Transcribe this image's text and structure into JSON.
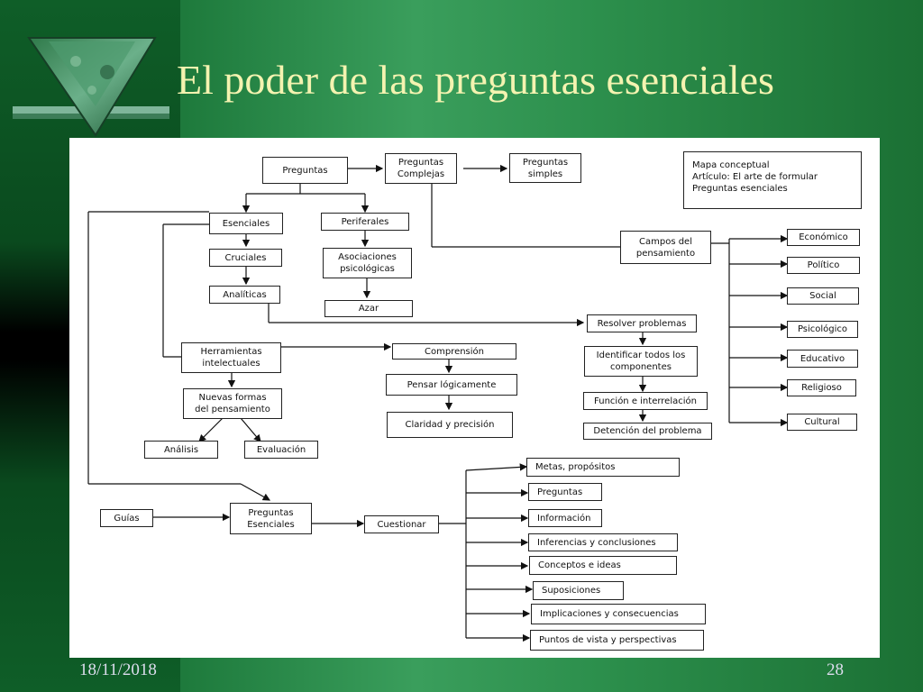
{
  "slide": {
    "title": "El poder de las preguntas esenciales",
    "date": "18/11/2018",
    "page_number": "28"
  },
  "diagram": {
    "nodes": {
      "preguntas": "Preguntas",
      "preguntas_complejas": "Preguntas\nComplejas",
      "preguntas_simples": "Preguntas\nsimples",
      "mapa": [
        "Mapa conceptual",
        "Artículo: El arte de formular",
        "Preguntas esenciales"
      ],
      "esenciales": "Esenciales",
      "periferales": "Periferales",
      "cruciales": "Cruciales",
      "asociaciones": "Asociaciones\npsicológicas",
      "analiticas": "Analíticas",
      "azar": "Azar",
      "campos": "Campos del\npensamiento",
      "economico": "Económico",
      "politico": "Político",
      "social": "Social",
      "psicologico": "Psicológico",
      "educativo": "Educativo",
      "religioso": "Religioso",
      "cultural": "Cultural",
      "resolver": "Resolver problemas",
      "identificar": "Identificar todos los\ncomponentes",
      "funcion": "Función e interrelación",
      "deteccion": "Detención del problema",
      "herramientas": "Herramientas\nintelectuales",
      "comprension": "Comprensión",
      "pensar": "Pensar lógicamente",
      "claridad": "Claridad y precisión",
      "nuevas": "Nuevas formas\ndel pensamiento",
      "analisis": "Análisis",
      "evaluacion": "Evaluación",
      "guias": "Guías",
      "preguntas_esenciales": "Preguntas\nEsenciales",
      "cuestionar": "Cuestionar",
      "metas": "Metas, propósitos",
      "preguntas2": "Preguntas",
      "informacion": "Información",
      "inferencias": "Inferencias y conclusiones",
      "conceptos": "Conceptos e ideas",
      "suposiciones": "Suposiciones",
      "implicaciones": "Implicaciones y consecuencias",
      "puntos": "Puntos de vista y perspectivas"
    }
  }
}
